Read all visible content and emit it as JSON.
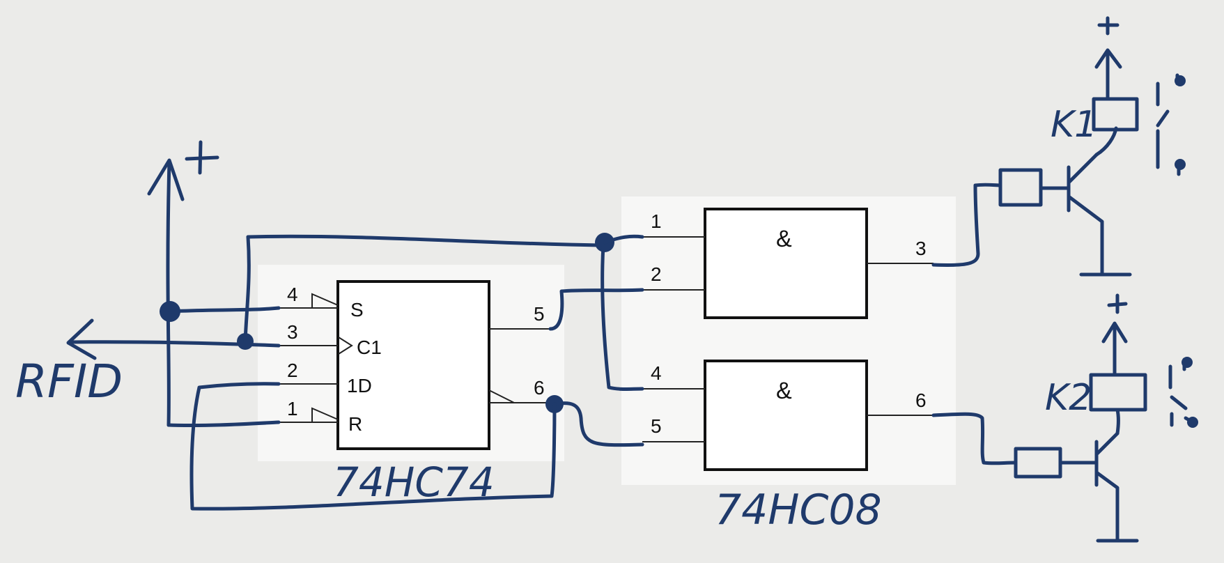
{
  "chips": {
    "flipflop": {
      "label": "74HC74",
      "pins": {
        "set": "S",
        "clock": "C1",
        "data": "1D",
        "reset": "R",
        "n4": "4",
        "n3": "3",
        "n2": "2",
        "n1": "1",
        "n5": "5",
        "n6": "6"
      }
    },
    "and_gate": {
      "label": "74HC08",
      "symbol": "&",
      "gate1": {
        "in1": "1",
        "in2": "2",
        "out": "3"
      },
      "gate2": {
        "in1": "4",
        "in2": "5",
        "out": "6"
      }
    }
  },
  "signals": {
    "rfid": "RFID",
    "plus": "+"
  },
  "relays": {
    "k1": "K1",
    "k2": "K2"
  },
  "colors": {
    "ink": "#1f3a6b",
    "paper": "#ebebe9"
  }
}
